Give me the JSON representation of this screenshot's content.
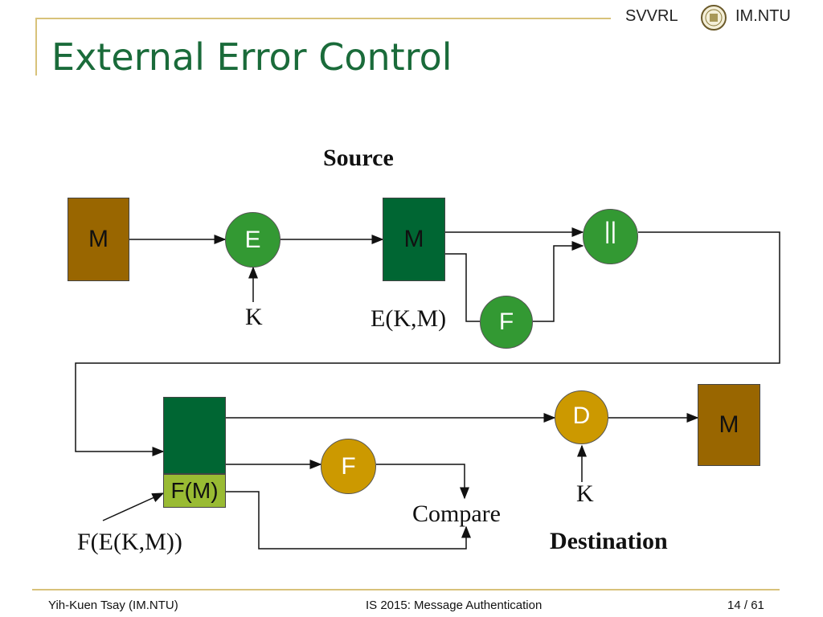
{
  "header": {
    "left_brand": "SVVRL",
    "right_brand": "IM.NTU",
    "logo_icon": "ntu-seal-icon"
  },
  "slide": {
    "title": "External Error Control"
  },
  "diagram": {
    "source_label": "Source",
    "destination_label": "Destination",
    "m_left": "M",
    "encrypt": "E",
    "m_encrypted": "M",
    "concat": "||",
    "f_top": "F",
    "k_top": "K",
    "ekm_label": "E(K,M)",
    "fm_label": "F(M)",
    "f_bottom": "F",
    "decrypt": "D",
    "m_right": "M",
    "k_bottom": "K",
    "compare": "Compare",
    "fekm_label": "F(E(K,M))"
  },
  "colors": {
    "brown": "#996600",
    "dark_green": "#006633",
    "mid_green": "#339933",
    "yellow_green": "#99bb33",
    "gold": "#cc9900",
    "title_green": "#1a6b3a",
    "rule": "#d8c27a"
  },
  "footer": {
    "author": "Yih-Kuen Tsay (IM.NTU)",
    "course": "IS 2015: Message Authentication",
    "page": "14",
    "total": "/ 61"
  }
}
